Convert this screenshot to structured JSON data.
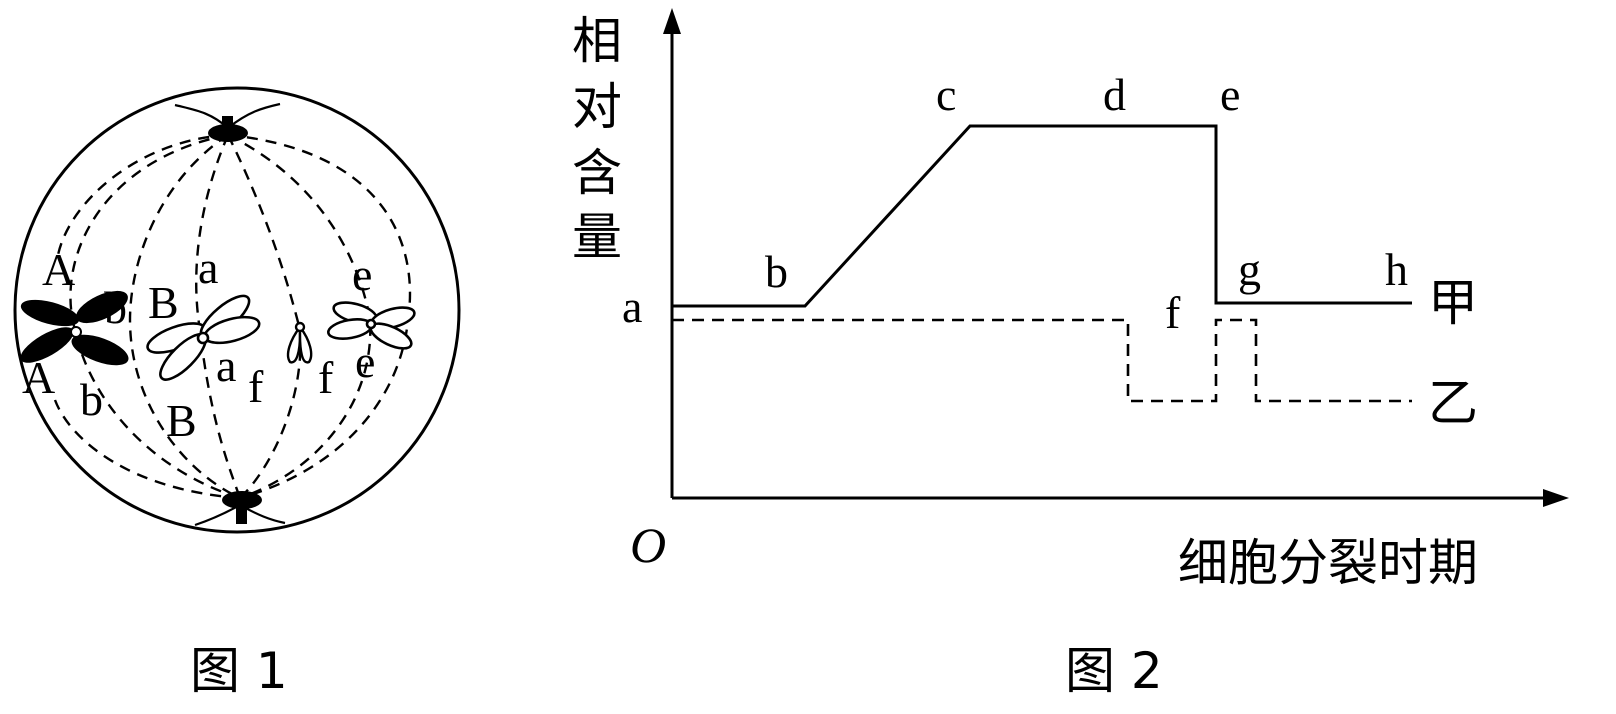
{
  "figure1": {
    "caption": "图 1",
    "chromosome_labels": {
      "upper_A": "A",
      "lower_A": "A",
      "upper_b": "b",
      "lower_b": "b",
      "upper_B": "B",
      "lower_B": "B",
      "upper_a": "a",
      "lower_a": "a",
      "left_f": "f",
      "right_f": "f",
      "upper_e": "e",
      "lower_e": "e"
    }
  },
  "figure2": {
    "caption": "图 2",
    "y_axis_label": [
      "相",
      "对",
      "含",
      "量"
    ],
    "x_axis_label": "细胞分裂时期",
    "origin_label": "O",
    "point_labels": {
      "a": "a",
      "b": "b",
      "c": "c",
      "d": "d",
      "e": "e",
      "f": "f",
      "g": "g",
      "h": "h"
    },
    "series_labels": {
      "jia": "甲",
      "yi": "乙"
    }
  },
  "colors": {
    "ink": "#000000",
    "background": "#ffffff",
    "filled_chromosome": "#000000"
  }
}
